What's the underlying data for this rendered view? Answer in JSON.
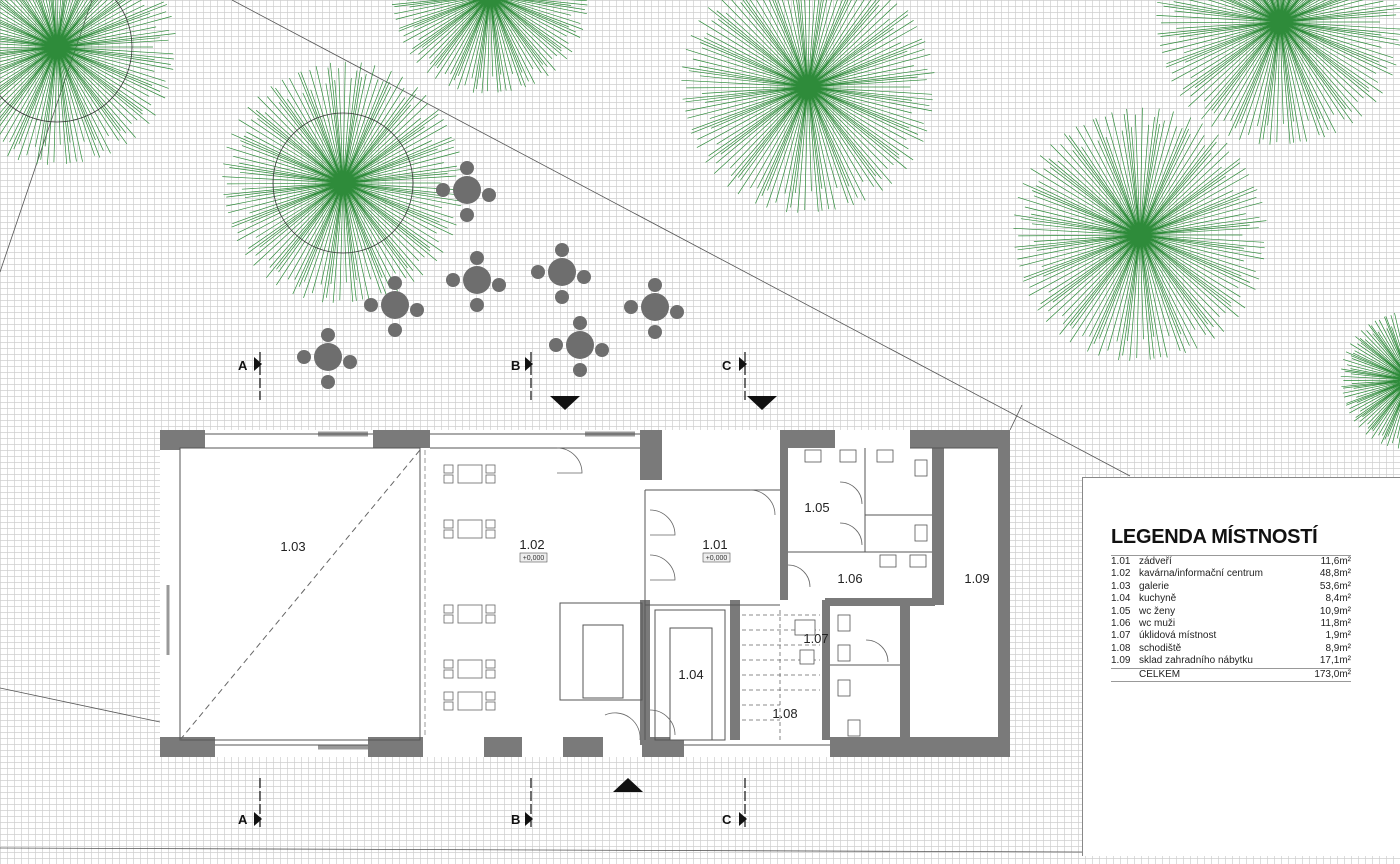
{
  "rooms": [
    {
      "id": "1.01",
      "level": "+0,000"
    },
    {
      "id": "1.02",
      "level": "+0,000"
    },
    {
      "id": "1.03"
    },
    {
      "id": "1.04"
    },
    {
      "id": "1.05"
    },
    {
      "id": "1.06"
    },
    {
      "id": "1.07"
    },
    {
      "id": "1.08"
    },
    {
      "id": "1.09"
    }
  ],
  "sections": [
    "A",
    "B",
    "C"
  ],
  "legend": {
    "title": "LEGENDA MÍSTNOSTÍ",
    "rows": [
      {
        "num": "1.01",
        "name": "zádveří",
        "area": "11,6m²"
      },
      {
        "num": "1.02",
        "name": "kavárna/informační centrum",
        "area": "48,8m²"
      },
      {
        "num": "1.03",
        "name": "galerie",
        "area": "53,6m²"
      },
      {
        "num": "1.04",
        "name": "kuchyně",
        "area": "8,4m²"
      },
      {
        "num": "1.05",
        "name": "wc ženy",
        "area": "10,9m²"
      },
      {
        "num": "1.06",
        "name": "wc muži",
        "area": "11,8m²"
      },
      {
        "num": "1.07",
        "name": "úklidová místnost",
        "area": "1,9m²"
      },
      {
        "num": "1.08",
        "name": "schodiště",
        "area": "8,9m²"
      },
      {
        "num": "1.09",
        "name": "sklad zahradního nábytku",
        "area": "17,1m²"
      }
    ],
    "total": {
      "label": "CELKEM",
      "area": "173,0m²"
    }
  },
  "colors": {
    "tree": "#2e8b3a",
    "wall": "#7a7a7a",
    "table": "#6e6e6e",
    "paving": "#d4d4d4"
  }
}
